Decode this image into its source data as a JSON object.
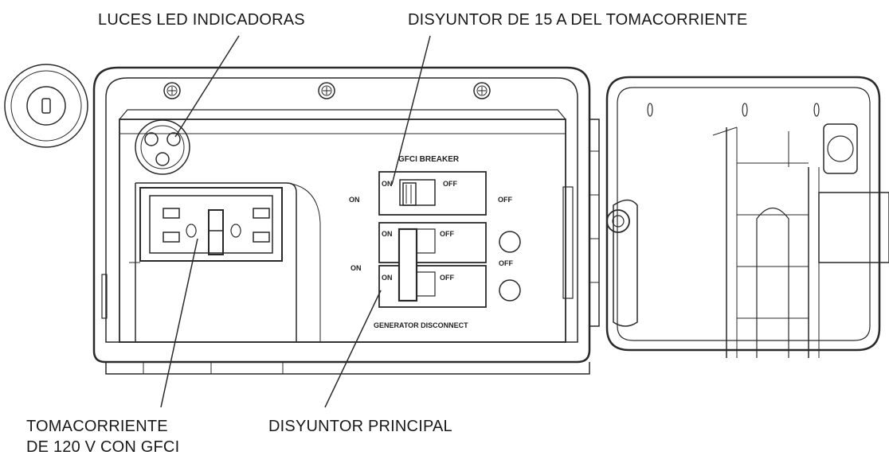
{
  "callouts": {
    "led_lights": "LUCES LED INDICADORAS",
    "gfci_breaker": "DISYUNTOR DE 15 A DEL TOMACORRIENTE",
    "outlet_line1": "TOMACORRIENTE",
    "outlet_line2": "DE 120 V CON GFCI",
    "main_breaker": "DISYUNTOR PRINCIPAL"
  },
  "panel_labels": {
    "gfci_breaker": "GFCI  BREAKER",
    "generator_disconnect": "GENERATOR  DISCONNECT",
    "on": "ON",
    "off": "OFF"
  },
  "colors": {
    "line": "#2a2a2a",
    "panel": "#ffffff",
    "text": "#1a1a1a"
  }
}
